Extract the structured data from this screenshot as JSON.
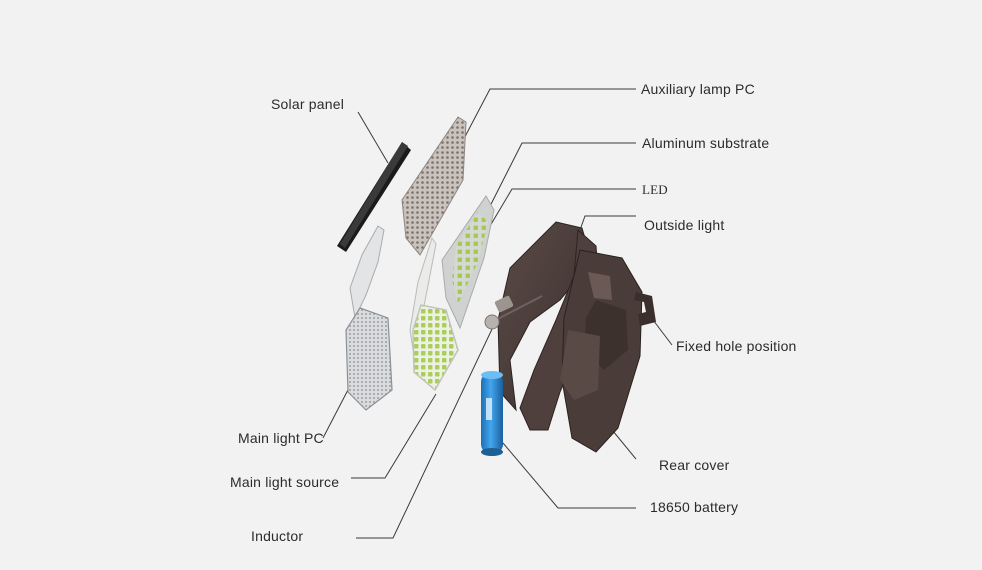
{
  "labels": {
    "solar_panel": "Solar panel",
    "auxiliary_lamp_pc": "Auxiliary lamp PC",
    "aluminum_substrate": "Aluminum substrate",
    "led": "LED",
    "outside_light": "Outside light",
    "fixed_hole_position": "Fixed hole position",
    "main_light_pc": "Main light PC",
    "main_light_source": "Main light source",
    "inductor": "Inductor",
    "rear_cover": "Rear cover",
    "battery": "18650 battery"
  },
  "colors": {
    "background": "#f2f2f2",
    "leader_line": "#3a3a3a",
    "housing": "#4a3d3a",
    "battery": "#2f8fd8",
    "led_green": "#9ccc55"
  }
}
